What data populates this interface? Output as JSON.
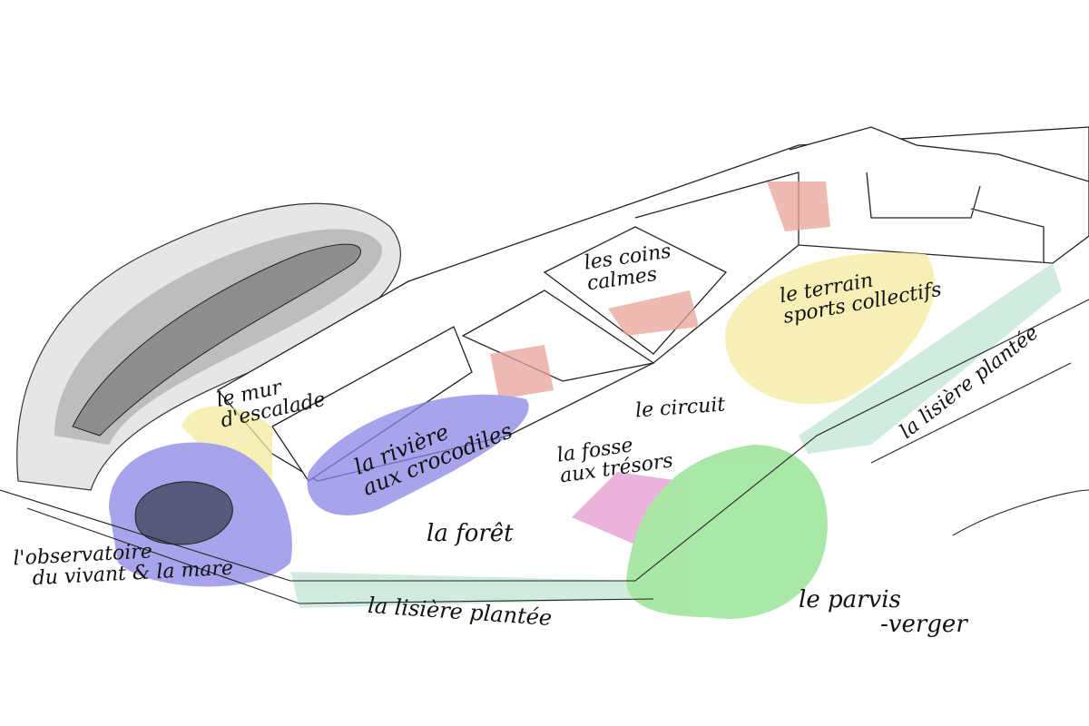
{
  "zones": {
    "coins_calmes": {
      "line1": "les coins",
      "line2": "calmes",
      "color": "#e8a49a"
    },
    "terrain": {
      "line1": "le terrain",
      "line2": "sports collectifs",
      "color": "#f5ec9e"
    },
    "lisiere_right": {
      "label": "la lisière plantée",
      "color": "#bfe6d4"
    },
    "circuit": {
      "label": "le circuit"
    },
    "mur": {
      "line1": "le mur",
      "line2": "d'escalade",
      "color": "#f5ec9e"
    },
    "riviere": {
      "line1": "la rivière",
      "line2": "aux crocodiles",
      "color": "#8a86e6"
    },
    "fosse": {
      "line1": "la fosse",
      "line2": "aux trésors",
      "color": "#e39ad0"
    },
    "foret": {
      "label": "la forêt"
    },
    "observatoire": {
      "line1": "l'observatoire",
      "line2": "du vivant & la mare",
      "color": "#8a86e6"
    },
    "lisiere_bottom": {
      "label": "la lisière plantée",
      "color": "#bfe6d4"
    },
    "parvis": {
      "line1": "le parvis",
      "line2": "-verger",
      "color": "#8ee08a"
    }
  }
}
